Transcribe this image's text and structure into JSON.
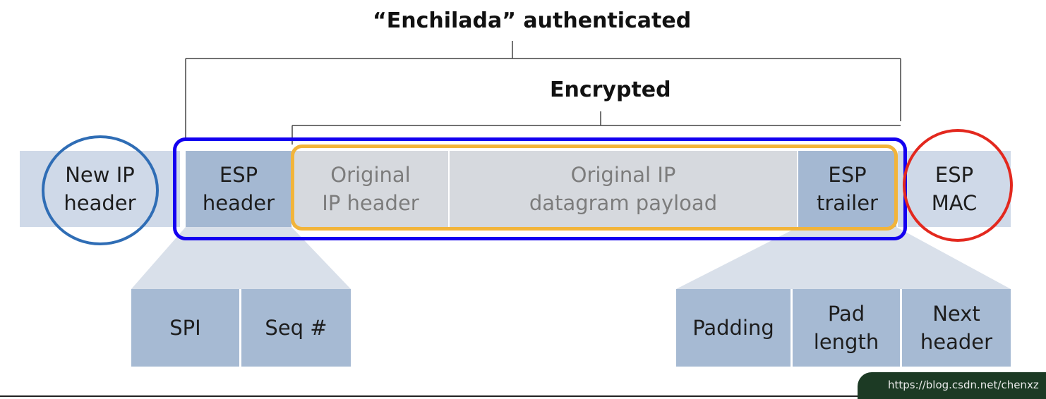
{
  "labels": {
    "authenticated": "“Enchilada” authenticated",
    "encrypted": "Encrypted"
  },
  "packet": {
    "new_ip_header": "New IP\nheader",
    "esp_header": "ESP\nheader",
    "original_ip_header": "Original\nIP header",
    "original_payload": "Original IP\ndatagram payload",
    "esp_trailer": "ESP\ntrailer",
    "esp_mac": "ESP\nMAC"
  },
  "esp_header_fields": {
    "spi": "SPI",
    "seq": "Seq #"
  },
  "esp_trailer_fields": {
    "padding": "Padding",
    "pad_length": "Pad\nlength",
    "next_header": "Next\nheader"
  },
  "watermark": "https://blog.csdn.net/chenxz",
  "colors": {
    "blue_ring": "#2f6db5",
    "blue_box": "#1400f0",
    "orange_box": "#f2b43a",
    "red_ring": "#e3281e"
  }
}
